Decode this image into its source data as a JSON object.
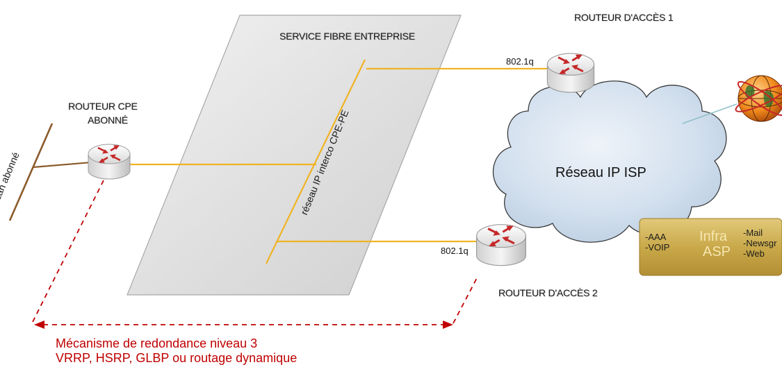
{
  "labels": {
    "service": "SERVICE  FIBRE ENTREPRISE",
    "router_access_1": "ROUTEUR  D'ACCÈS 1",
    "router_access_2": "ROUTEUR  D'ACCÈS 2",
    "router_cpe_line1": "ROUTEUR  CPE",
    "router_cpe_line2": "ABONNÉ",
    "lan": "Lan abonné",
    "interco": "réseau IP interco CPE-PE",
    "vlan_1": "802.1q",
    "vlan_2": "802.1q",
    "isp_network": "Réseau IP ISP",
    "redundancy_line1": "Mécanisme de redondance niveau 3",
    "redundancy_line2": "VRRP, HSRP, GLBP ou routage dynamique"
  },
  "infra": {
    "title_1": "Infra",
    "title_2": "ASP",
    "left_items": [
      "-AAA",
      "-VOIP"
    ],
    "right_items": [
      "-Mail",
      "-Newsgr",
      "-Web"
    ]
  },
  "colors": {
    "link": "#f0b323",
    "lan_line": "#8b5a2b",
    "redundancy": "#c00000",
    "cloud_fill": "#c8d8ea",
    "infra_box": "#c9a94a",
    "plane": "#dcdcdc"
  },
  "icons": {
    "router": "router-icon",
    "globe": "globe-icon"
  }
}
